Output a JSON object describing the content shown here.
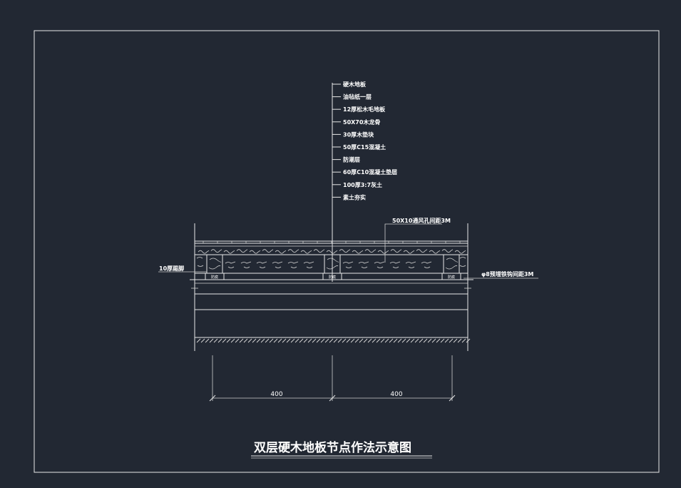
{
  "drawing": {
    "title": "双层硬木地板节点作法示意图",
    "layer_callouts": [
      "硬木地板",
      "油毡纸一层",
      "12厚松木毛地板",
      "50X70木龙骨",
      "30厚木垫块",
      "50厚C15混凝土",
      "防潮层",
      "60厚C10混凝土垫层",
      "100厚3:7灰土",
      "素土夯实"
    ],
    "right_callouts": {
      "upper": "50X10通风孔间距3M",
      "lower": "φ8预埋铁钩间距3M"
    },
    "left_callout": "10厚踢脚",
    "small_labels": [
      "防腐",
      "防腐",
      "防腐"
    ],
    "dimensions": [
      "400",
      "400"
    ]
  },
  "colors": {
    "background": "#222833",
    "lines": "#e8e8e8"
  }
}
